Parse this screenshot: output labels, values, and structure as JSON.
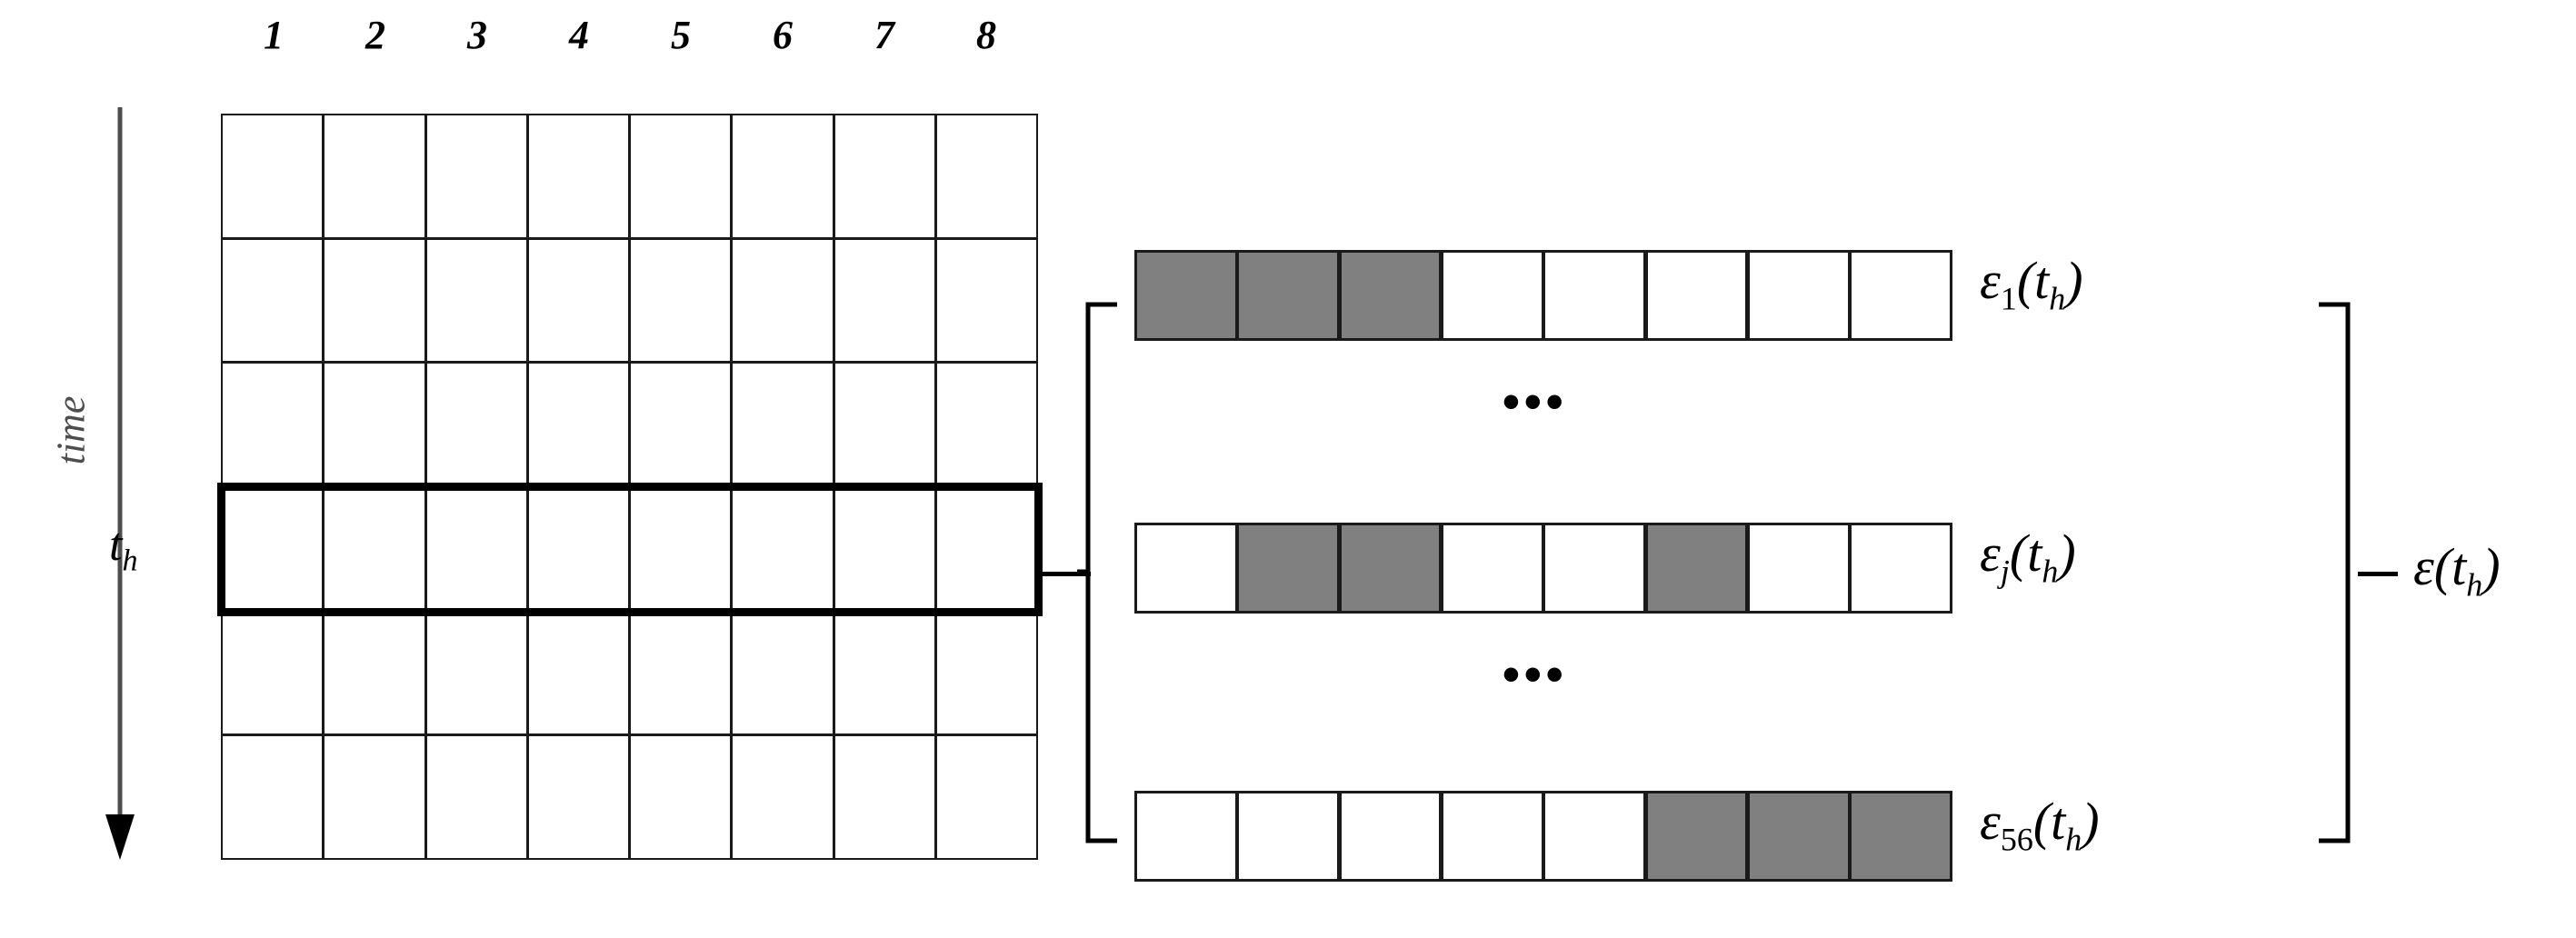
{
  "figure": {
    "type": "schematic-diagram",
    "background_color": "#ffffff",
    "stroke_color": "#1a1a1a",
    "fill_color": "#808080"
  },
  "grid": {
    "columns": 8,
    "rows": 6,
    "column_headers": [
      "1",
      "2",
      "3",
      "4",
      "5",
      "6",
      "7",
      "8"
    ],
    "highlighted_row_index": 4,
    "highlighted_row_label": "t",
    "highlighted_row_label_sub": "h",
    "axis_label": "time",
    "axis_direction": "downward"
  },
  "epsilon_rows": [
    {
      "label_base": "ε",
      "label_sub": "1",
      "label_arg": "(t",
      "label_arg_sub": "h",
      "label_close": ")",
      "cells": [
        true,
        true,
        true,
        false,
        false,
        false,
        false,
        false
      ]
    },
    {
      "label_base": "ε",
      "label_sub": "j",
      "label_arg": "(t",
      "label_arg_sub": "h",
      "label_close": ")",
      "cells": [
        false,
        true,
        true,
        false,
        false,
        true,
        false,
        false
      ]
    },
    {
      "label_base": "ε",
      "label_sub": "56",
      "label_arg": "(t",
      "label_arg_sub": "h",
      "label_close": ")",
      "cells": [
        false,
        false,
        false,
        false,
        false,
        true,
        true,
        true
      ]
    }
  ],
  "ellipsis": {
    "glyph": "•••",
    "count": 2
  },
  "total_label": {
    "base": "ε",
    "arg": "(t",
    "arg_sub": "h",
    "close": ")"
  }
}
